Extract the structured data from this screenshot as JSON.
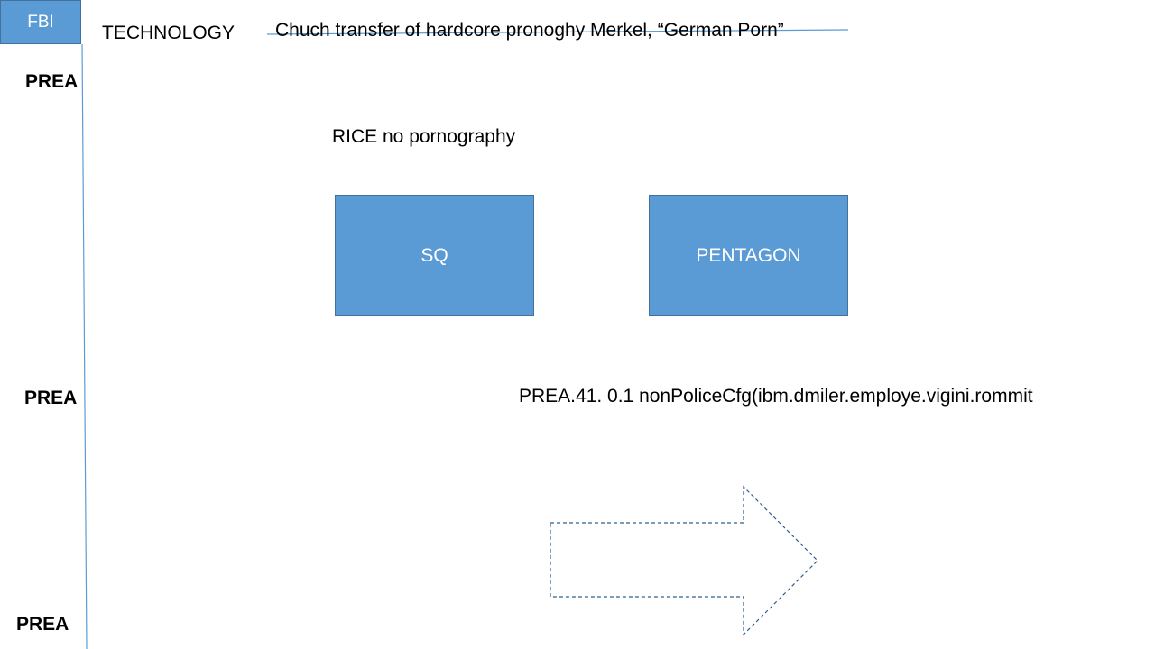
{
  "fbi_label": "FBI",
  "technology_label": "TECHNOLOGY",
  "headline": "Chuch transfer of hardcore pronoghy Merkel, “German Porn”",
  "prea_labels": [
    "PREA",
    "PREA",
    "PREA"
  ],
  "rice_note": "RICE  no pornography",
  "boxes": {
    "sq": "SQ",
    "pentagon": "PENTAGON"
  },
  "code_line": "PREA.41. 0.1 nonPoliceCfg(ibm.dmiler.employe.vigini.rommit",
  "colors": {
    "box_fill": "#5b9bd5",
    "box_border": "#41719c",
    "line": "#5b9bd5",
    "arrow_outline": "#2e5f8f"
  }
}
